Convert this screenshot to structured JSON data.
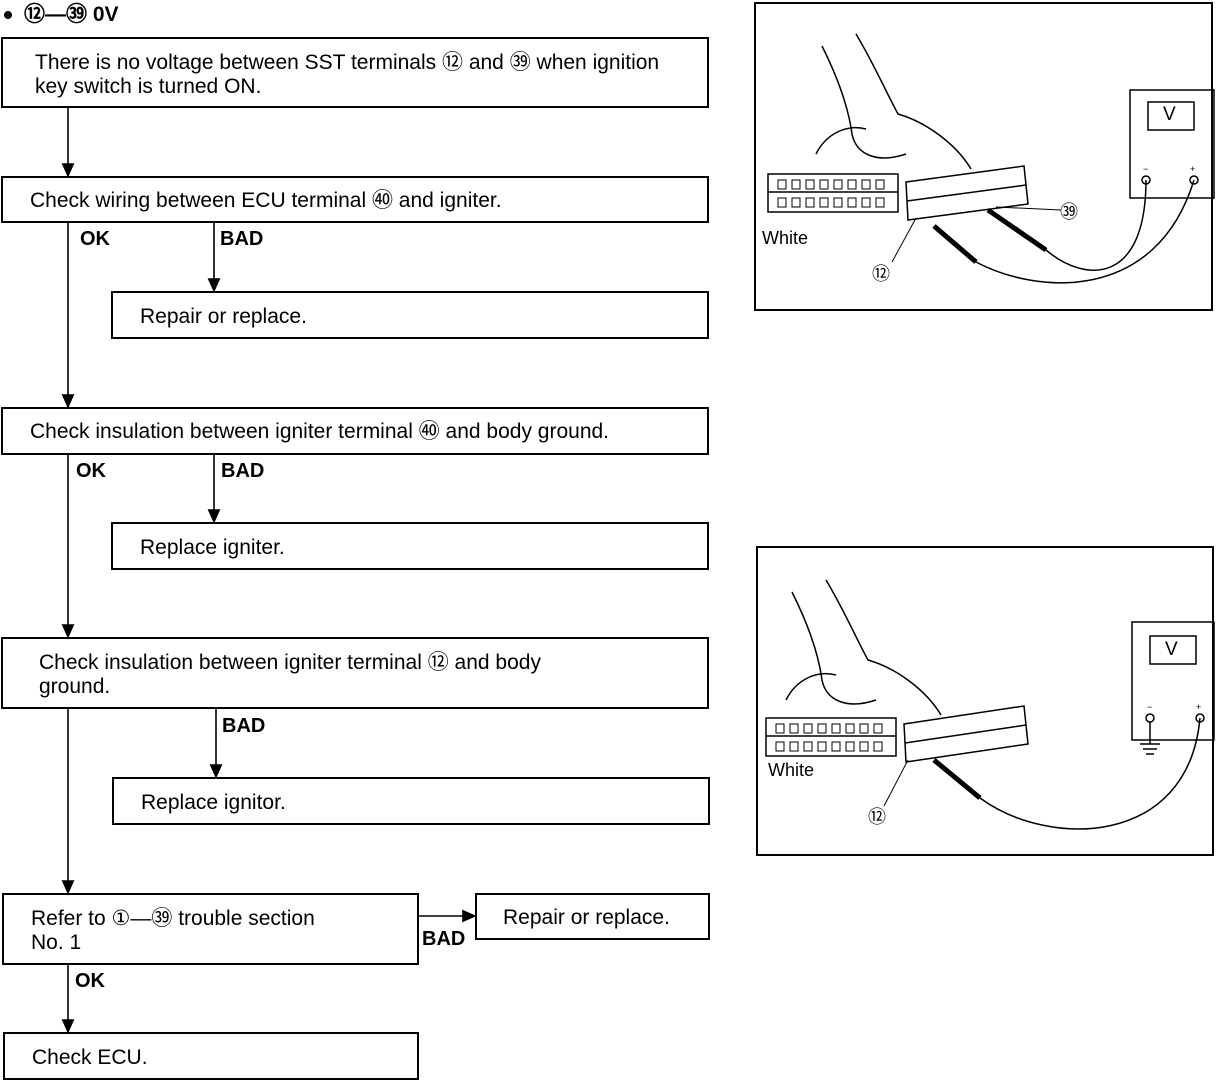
{
  "heading": "⑫—㊴ 0V",
  "steps": {
    "s1": "There is no voltage between SST terminals ⑫ and ㊴ when ignition key switch is turned ON.",
    "s2": "Check wiring between ECU terminal ㊵ and igniter.",
    "s2_bad": "Repair or replace.",
    "s3": "Check insulation between igniter terminal ㊵ and body ground.",
    "s3_bad": "Replace igniter.",
    "s4_line1": "Check insulation between igniter terminal ⑫ and body",
    "s4_line2": "ground.",
    "s4_bad": "Replace ignitor.",
    "s5_line1": "Refer to ①—㊴ trouble section",
    "s5_line2": "No. 1",
    "s5_bad": "Repair or replace.",
    "s6": "Check ECU."
  },
  "labels": {
    "ok": "OK",
    "bad": "BAD"
  },
  "figure1": {
    "meter": "V",
    "connector": "White",
    "term_a": "⑫",
    "term_b": "㊴"
  },
  "figure2": {
    "meter": "V",
    "connector": "White",
    "term_a": "⑫"
  }
}
